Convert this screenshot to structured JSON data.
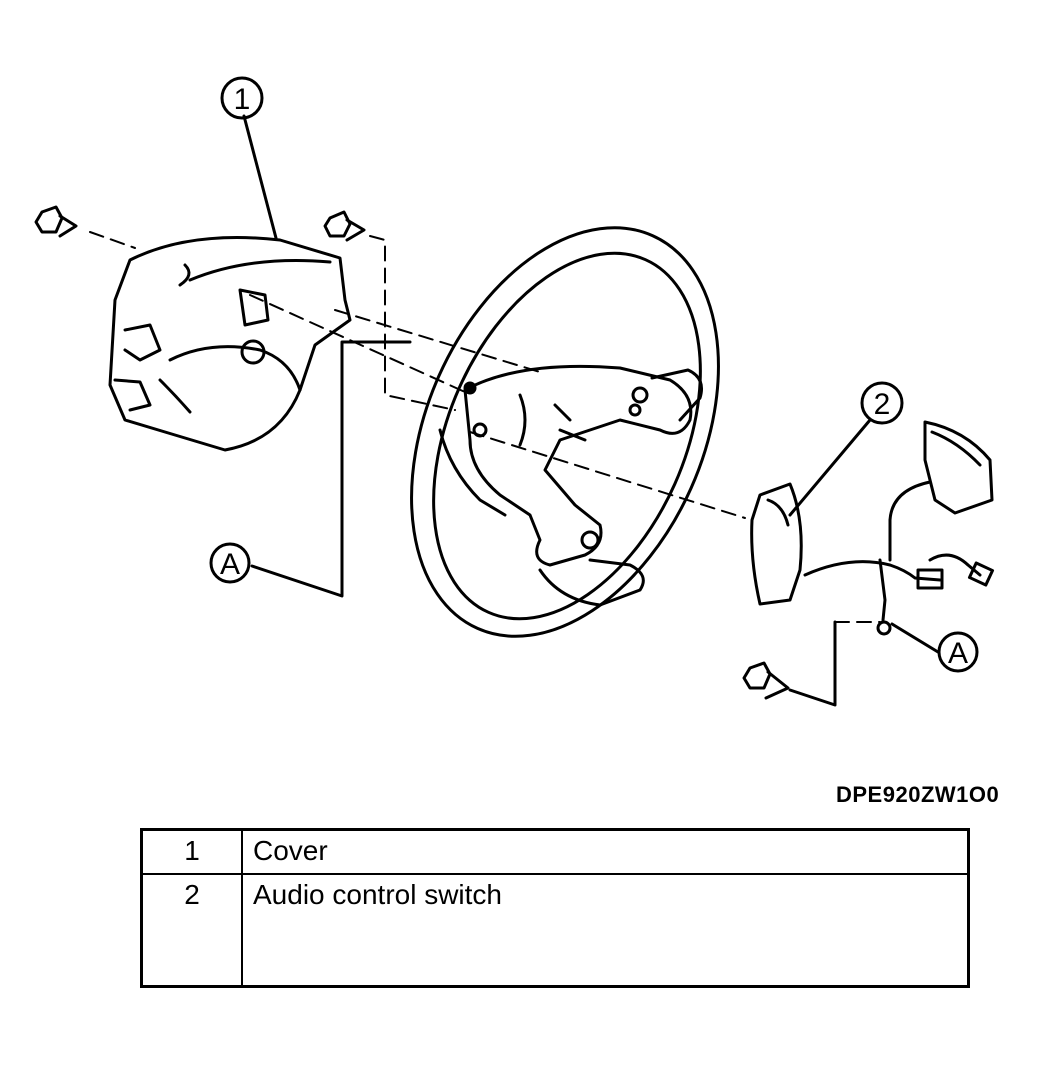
{
  "callouts": {
    "c1": "1",
    "c2": "2",
    "a_left": "A",
    "a_right": "A"
  },
  "figure_code": "DPE920ZW1O0",
  "legend": {
    "rows": [
      {
        "num": "1",
        "label": "Cover"
      },
      {
        "num": "2",
        "label": "Audio control switch"
      }
    ]
  }
}
